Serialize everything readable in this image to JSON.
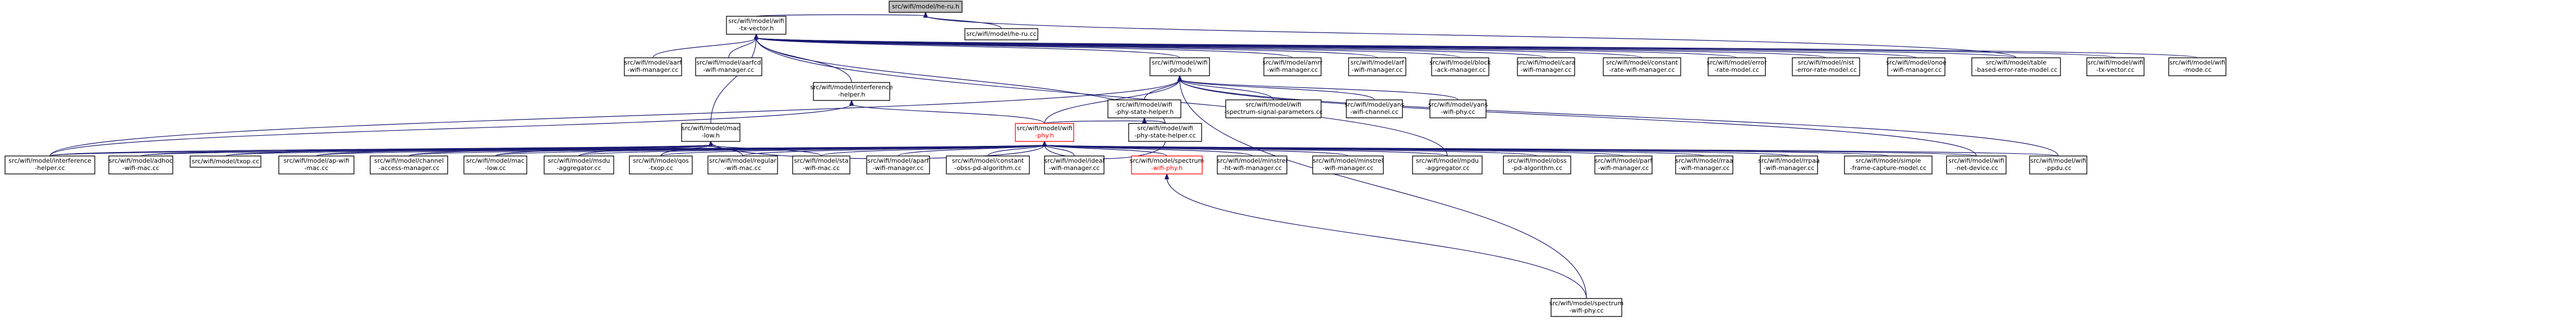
{
  "nodes": {
    "he_ru_h": [
      "src/wifi/model/he-ru.h"
    ],
    "tx_vector_h": [
      "src/wifi/model/wifi",
      "-tx-vector.h"
    ],
    "he_ru_cc": [
      "src/wifi/model/he-ru.cc"
    ],
    "aarf": [
      "src/wifi/model/aarf",
      "-wifi-manager.cc"
    ],
    "aarfcd": [
      "src/wifi/model/aarfcd",
      "-wifi-manager.cc"
    ],
    "ppdu_h": [
      "src/wifi/model/wifi",
      "-ppdu.h"
    ],
    "amrr": [
      "src/wifi/model/amrr",
      "-wifi-manager.cc"
    ],
    "arf": [
      "src/wifi/model/arf",
      "-wifi-manager.cc"
    ],
    "block_ack": [
      "src/wifi/model/block",
      "-ack-manager.cc"
    ],
    "cara": [
      "src/wifi/model/cara",
      "-wifi-manager.cc"
    ],
    "constant_rate": [
      "src/wifi/model/constant",
      "-rate-wifi-manager.cc"
    ],
    "error_rate": [
      "src/wifi/model/error",
      "-rate-model.cc"
    ],
    "nist_error": [
      "src/wifi/model/nist",
      "-error-rate-model.cc"
    ],
    "onoe": [
      "src/wifi/model/onoe",
      "-wifi-manager.cc"
    ],
    "table_error": [
      "src/wifi/model/table",
      "-based-error-rate-model.cc"
    ],
    "tx_vector_cc": [
      "src/wifi/model/wifi",
      "-tx-vector.cc"
    ],
    "wifi_mode_cc": [
      "src/wifi/model/wifi",
      "-mode.cc"
    ],
    "interference_h": [
      "src/wifi/model/interference",
      "-helper.h"
    ],
    "phy_state_helper_h": [
      "src/wifi/model/wifi",
      "-phy-state-helper.h"
    ],
    "spectrum_signal": [
      "src/wifi/model/wifi",
      "-spectrum-signal-parameters.cc"
    ],
    "yans_channel": [
      "src/wifi/model/yans",
      "-wifi-channel.cc"
    ],
    "yans_phy": [
      "src/wifi/model/yans",
      "-wifi-phy.cc"
    ],
    "mac_low_h": [
      "src/wifi/model/mac",
      "-low.h"
    ],
    "wifi_phy_h": [
      "src/wifi/model/wifi",
      "-phy.h"
    ],
    "phy_state_helper_cc": [
      "src/wifi/model/wifi",
      "-phy-state-helper.cc"
    ],
    "interference_cc": [
      "src/wifi/model/interference",
      "-helper.cc"
    ],
    "adhoc": [
      "src/wifi/model/adhoc",
      "-wifi-mac.cc"
    ],
    "txop": [
      "src/wifi/model/txop.cc"
    ],
    "ap_wifi": [
      "src/wifi/model/ap-wifi",
      "-mac.cc"
    ],
    "channel_access": [
      "src/wifi/model/channel",
      "-access-manager.cc"
    ],
    "mac_low_cc": [
      "src/wifi/model/mac",
      "-low.cc"
    ],
    "msdu_agg": [
      "src/wifi/model/msdu",
      "-aggregator.cc"
    ],
    "qos_txop": [
      "src/wifi/model/qos",
      "-txop.cc"
    ],
    "regular": [
      "src/wifi/model/regular",
      "-wifi-mac.cc"
    ],
    "sta": [
      "src/wifi/model/sta",
      "-wifi-mac.cc"
    ],
    "aparf": [
      "src/wifi/model/aparf",
      "-wifi-manager.cc"
    ],
    "constant_obss": [
      "src/wifi/model/constant",
      "-obss-pd-algorithm.cc"
    ],
    "ideal": [
      "src/wifi/model/ideal",
      "-wifi-manager.cc"
    ],
    "spectrum_phy_h": [
      "src/wifi/model/spectrum",
      "-wifi-phy.h"
    ],
    "minstrel_ht": [
      "src/wifi/model/minstrel",
      "-ht-wifi-manager.cc"
    ],
    "minstrel": [
      "src/wifi/model/minstrel",
      "-wifi-manager.cc"
    ],
    "mpdu_agg": [
      "src/wifi/model/mpdu",
      "-aggregator.cc"
    ],
    "obss": [
      "src/wifi/model/obss",
      "-pd-algorithm.cc"
    ],
    "parf": [
      "src/wifi/model/parf",
      "-wifi-manager.cc"
    ],
    "rraa": [
      "src/wifi/model/rraa",
      "-wifi-manager.cc"
    ],
    "rrpaa": [
      "src/wifi/model/rrpaa",
      "-wifi-manager.cc"
    ],
    "simple_frame": [
      "src/wifi/model/simple",
      "-frame-capture-model.cc"
    ],
    "net_device": [
      "src/wifi/model/wifi",
      "-net-device.cc"
    ],
    "ppdu_cc": [
      "src/wifi/model/wifi",
      "-ppdu.cc"
    ],
    "spectrum_phy_cc": [
      "src/wifi/model/spectrum",
      "-wifi-phy.cc"
    ]
  }
}
